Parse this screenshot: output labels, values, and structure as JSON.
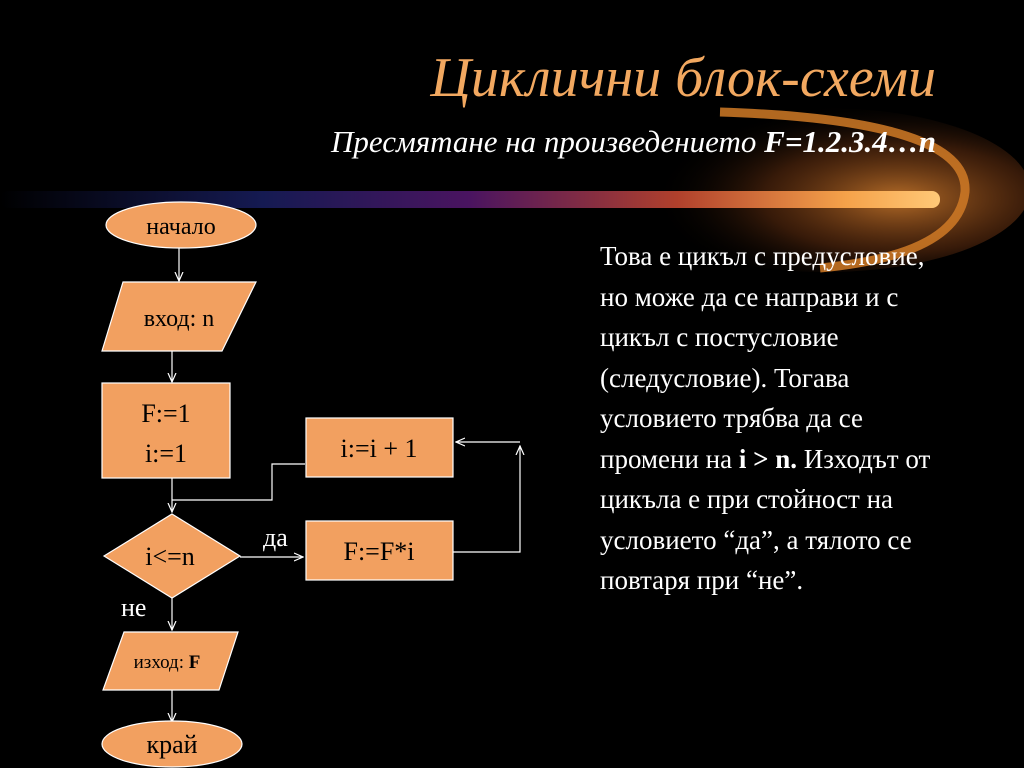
{
  "slide": {
    "title": "Циклични блок-схеми",
    "subtitle_text": "Пресмятане на произведението ",
    "subtitle_formula": "F=1.2.3.4…n",
    "body_before": "Това е цикъл с предусловие, но  може да се направи и с цикъл с постусловие (следусловие). Тогава условието трябва да се промени на ",
    "body_condition": "i > n.",
    "body_after": " Изходът от цикъла е при стойност на условието “да”, а тялото се повтаря при “не”."
  },
  "flowchart": {
    "start": "начало",
    "input": "вход: n",
    "init_line1": "F:=1",
    "init_line2": "i:=1",
    "condition": "i<=n",
    "yes_label": "да",
    "no_label": "не",
    "body": "F:=F*i",
    "increment": "i:=i + 1",
    "output_prefix": "изход: ",
    "output_var": "F",
    "end": "край"
  },
  "colors": {
    "background": "#000000",
    "shape_fill": "#f2a060",
    "title": "#f2a860",
    "text": "#ffffff"
  }
}
